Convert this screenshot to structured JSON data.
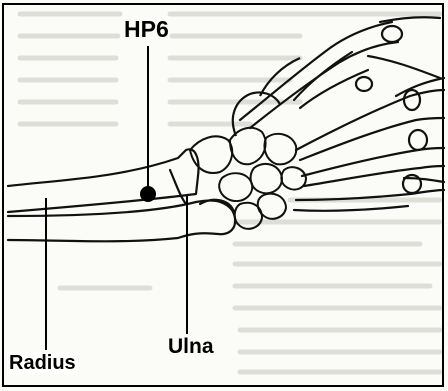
{
  "figure": {
    "labels": {
      "point": "HP6",
      "ulna": "Ulna",
      "radius": "Radius"
    }
  },
  "colors": {
    "ink": "#000000",
    "paper": "#fbfbf8",
    "background_text": "#d2d2cc"
  }
}
